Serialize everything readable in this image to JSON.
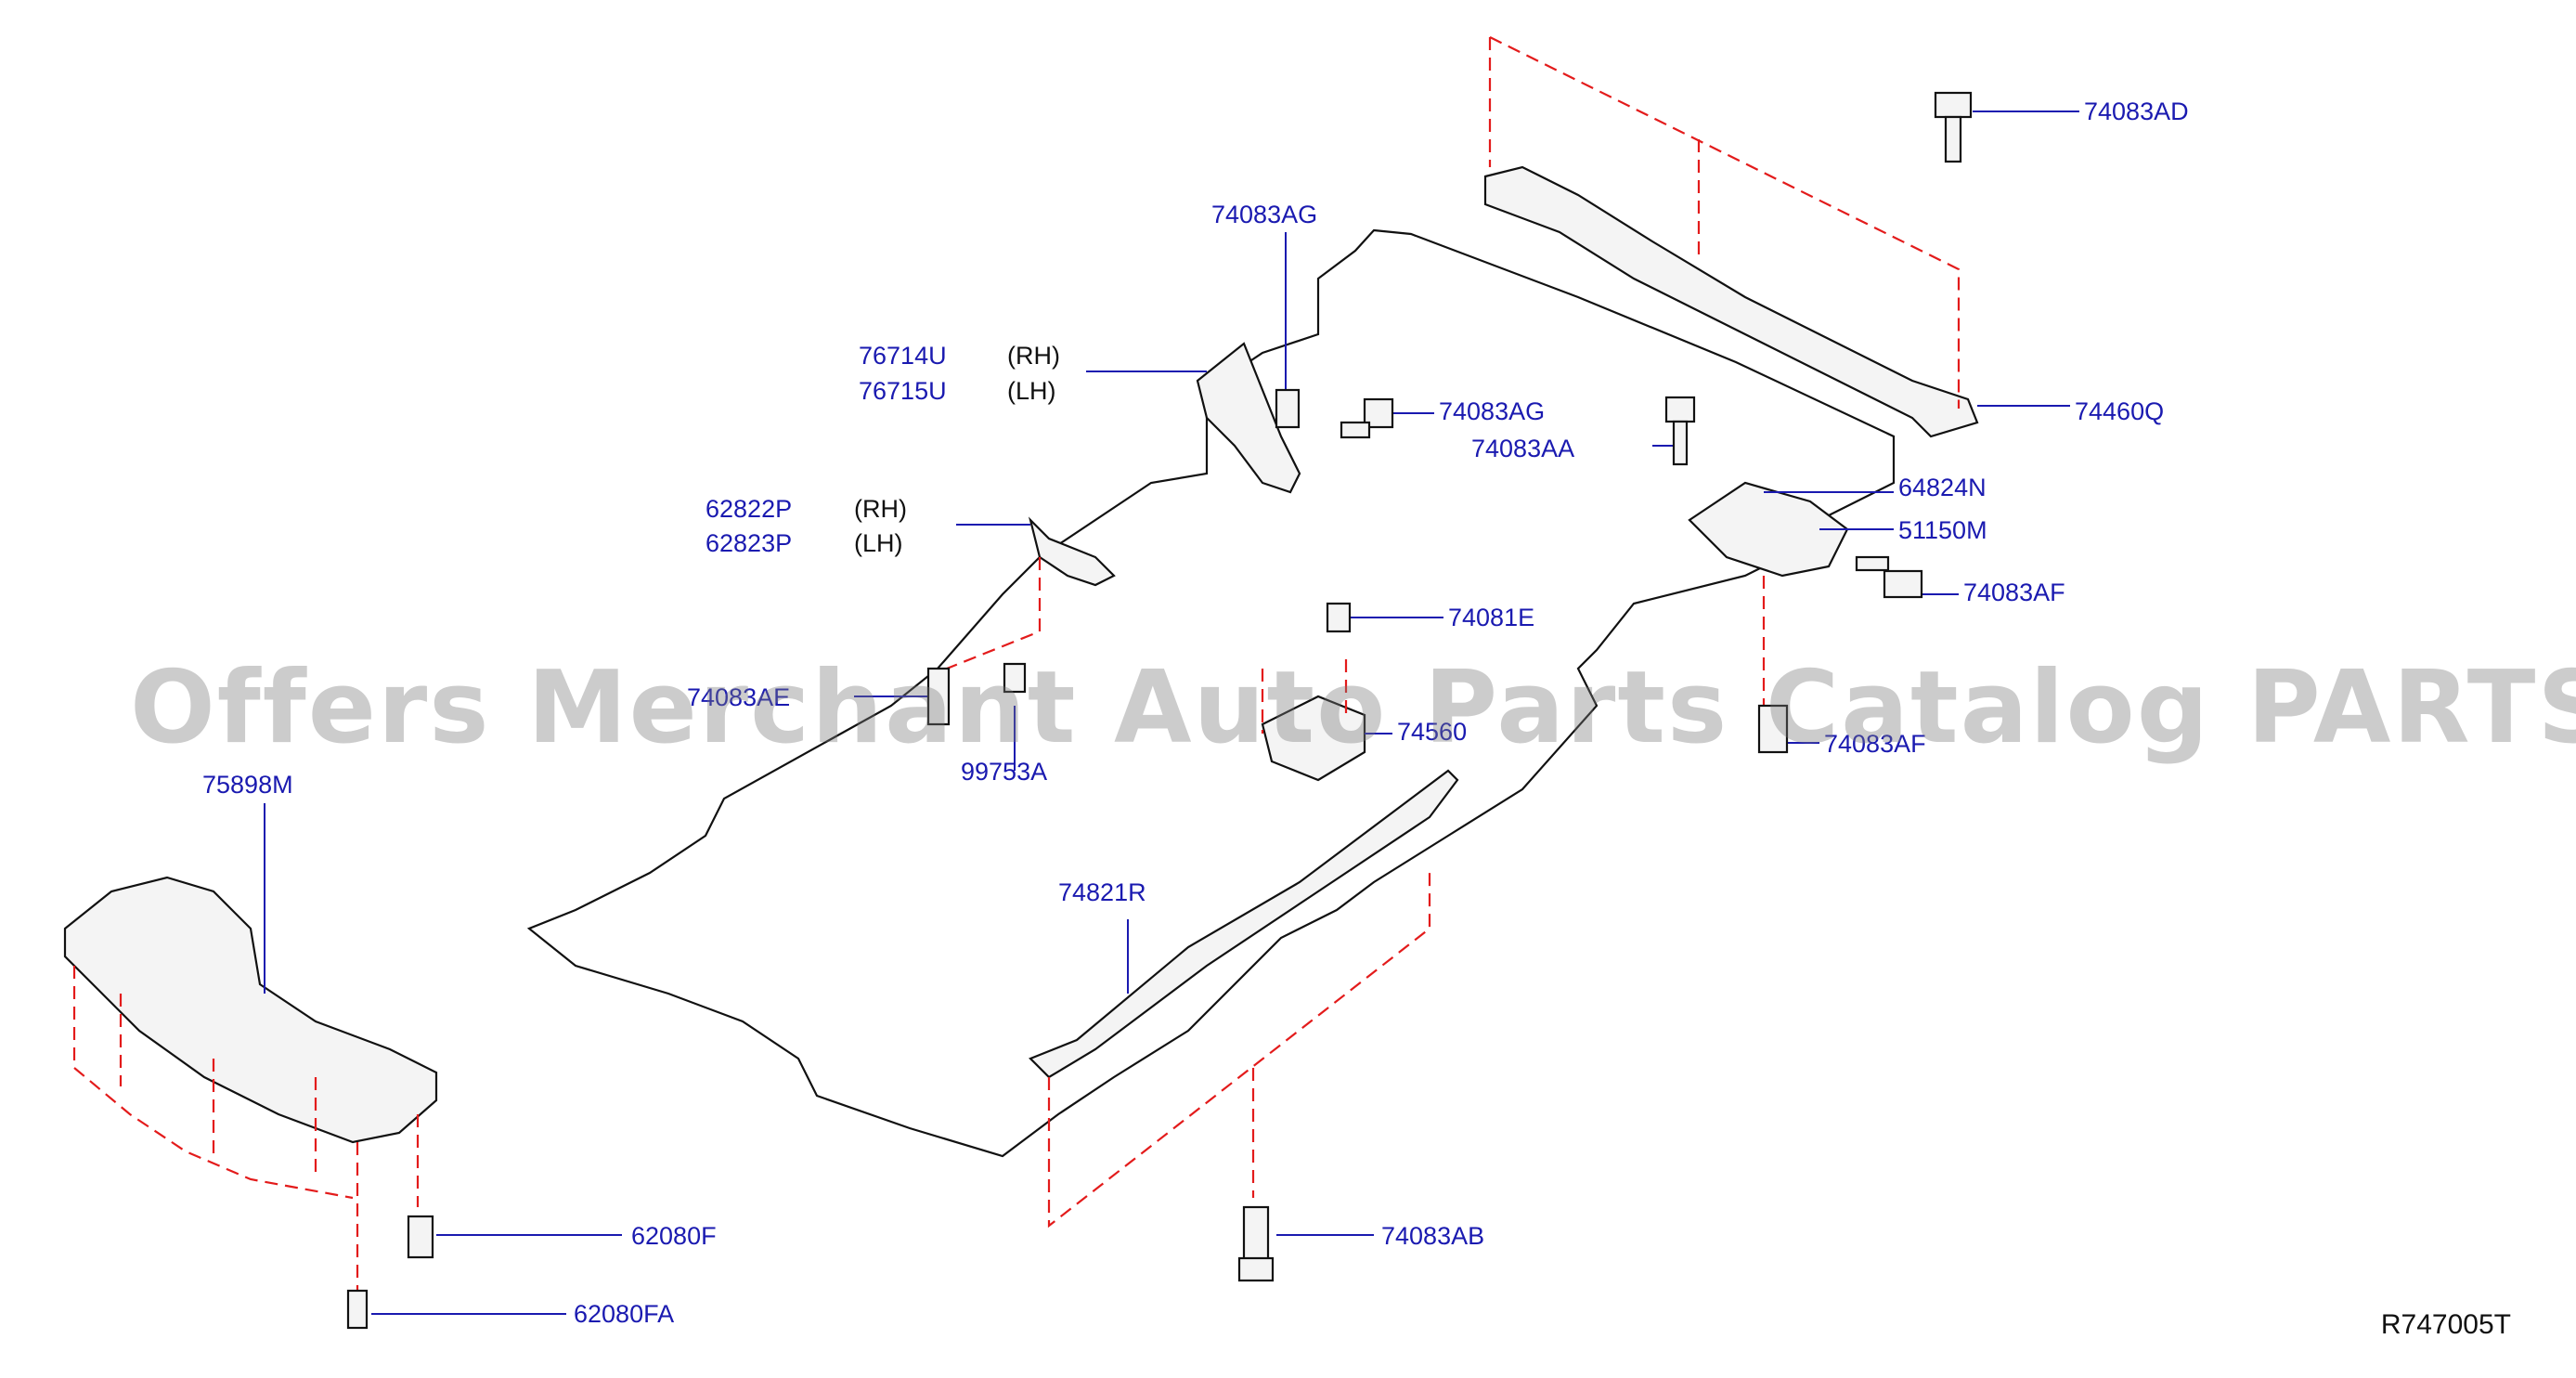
{
  "watermark": "Offers Merchant Auto Parts Catalog PARTSTORE.SA",
  "diagram_code": "R747005T",
  "parts": [
    {
      "number": "74083AD",
      "side": ""
    },
    {
      "number": "74083AG",
      "side": ""
    },
    {
      "number": "76714U",
      "side": "(RH)"
    },
    {
      "number": "76715U",
      "side": "(LH)"
    },
    {
      "number": "74083AG",
      "side": ""
    },
    {
      "number": "74083AA",
      "side": ""
    },
    {
      "number": "74460Q",
      "side": ""
    },
    {
      "number": "64824N",
      "side": ""
    },
    {
      "number": "51150M",
      "side": ""
    },
    {
      "number": "74083AF",
      "side": ""
    },
    {
      "number": "62822P",
      "side": "(RH)"
    },
    {
      "number": "62823P",
      "side": "(LH)"
    },
    {
      "number": "74081E",
      "side": ""
    },
    {
      "number": "74083AE",
      "side": ""
    },
    {
      "number": "99753A",
      "side": ""
    },
    {
      "number": "74560",
      "side": ""
    },
    {
      "number": "74083AF",
      "side": ""
    },
    {
      "number": "75898M",
      "side": ""
    },
    {
      "number": "74821R",
      "side": ""
    },
    {
      "number": "62080F",
      "side": ""
    },
    {
      "number": "74083AB",
      "side": ""
    },
    {
      "number": "62080FA",
      "side": ""
    }
  ]
}
